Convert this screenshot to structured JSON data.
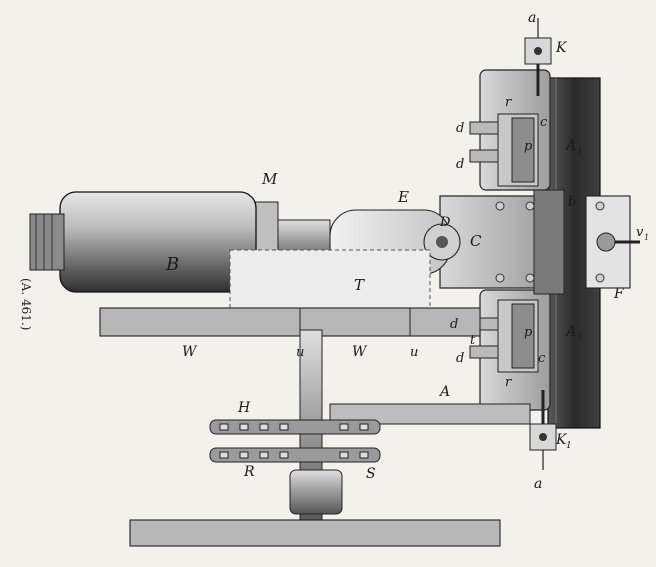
{
  "figure": {
    "caption": "(A. 461.)",
    "labels": {
      "a_top": "a",
      "a_bottom": "a",
      "K": "K",
      "K1": "K",
      "K1_sub": "1",
      "r_top": "r",
      "r_bottom": "r",
      "c_top": "c",
      "c_bottom": "c",
      "d_top1": "d",
      "d_top2": "d",
      "d_bot1": "d",
      "d_bot2": "d",
      "p_top": "p",
      "p_bottom": "p",
      "A1_top": "A",
      "A1_top_sub": "1",
      "A1_bottom": "A",
      "A1_bottom_sub": "1",
      "b": "b",
      "v1": "v",
      "v1_sub": "1",
      "F": "F",
      "E": "E",
      "C": "C",
      "D": "D",
      "M": "M",
      "B": "B",
      "T": "T",
      "W_left": "W",
      "W_right": "W",
      "u_left": "u",
      "u_right": "u",
      "t": "t",
      "A": "A",
      "H": "H",
      "R": "R",
      "S": "S"
    }
  },
  "colors": {
    "ink": "#1a1a1a",
    "paper": "#f3f1ec",
    "metal_light": "#cfcfcf",
    "metal_mid": "#9a9a9a",
    "metal_dark": "#4a4a4a",
    "base_dark": "#2b2b2b"
  }
}
